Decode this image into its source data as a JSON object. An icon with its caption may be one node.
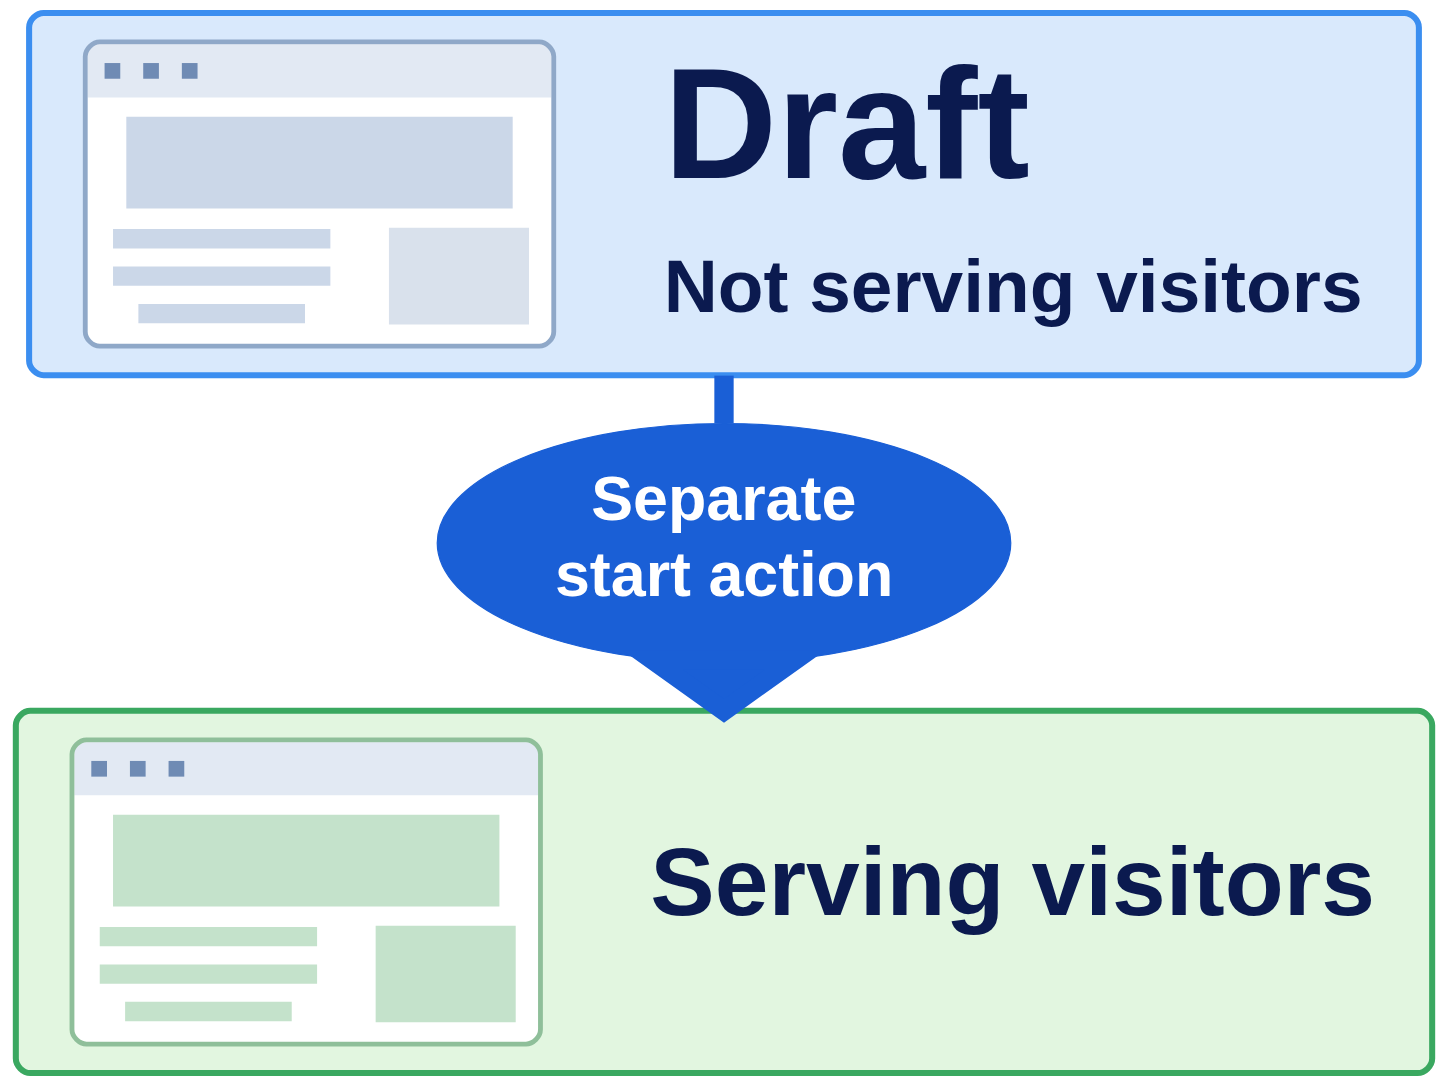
{
  "diagram": {
    "nodes": [
      {
        "text": [
          "Draft",
          "Not serving visitors"
        ]
      },
      {
        "text": [
          "Separate start action"
        ]
      },
      {
        "text": [
          "Serving visitors"
        ]
      }
    ],
    "edges": [
      {
        "from": 0,
        "to": 1,
        "arrow": "none"
      },
      {
        "from": 1,
        "to": 2,
        "arrow": "to"
      }
    ]
  }
}
